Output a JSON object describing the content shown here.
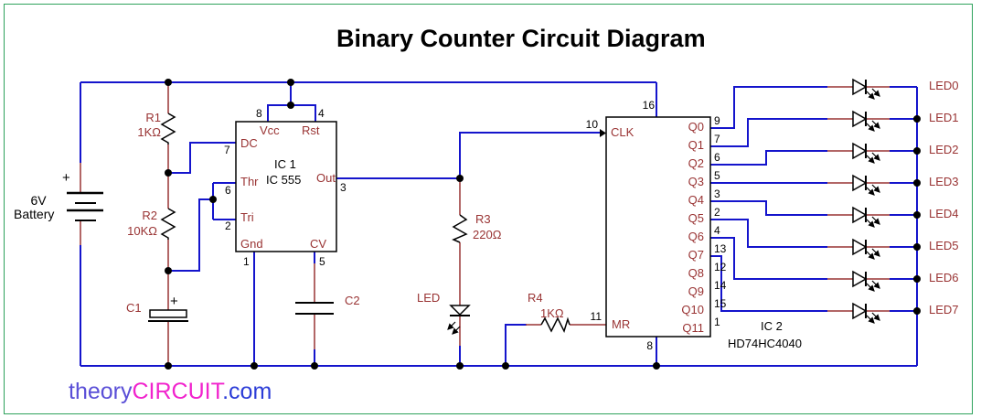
{
  "title": "Binary Counter Circuit Diagram",
  "battery": {
    "plus": "+",
    "voltage": "6V",
    "name": "Battery"
  },
  "resistors": {
    "r1": {
      "ref": "R1",
      "value": "1KΩ"
    },
    "r2": {
      "ref": "R2",
      "value": "10KΩ"
    },
    "r3": {
      "ref": "R3",
      "value": "220Ω"
    },
    "r4": {
      "ref": "R4",
      "value": "1KΩ"
    }
  },
  "capacitors": {
    "c1": {
      "ref": "C1",
      "plus": "+"
    },
    "c2": {
      "ref": "C2"
    }
  },
  "indicator_led": {
    "ref": "LED"
  },
  "ic1": {
    "name": "IC 1",
    "part": "IC 555",
    "pins": {
      "vcc": "Vcc",
      "rst": "Rst",
      "dc": "DC",
      "thr": "Thr",
      "tri": "Tri",
      "gnd": "Gnd",
      "cv": "CV",
      "out": "Out"
    },
    "pin_numbers": {
      "vcc": "8",
      "rst": "4",
      "dc": "7",
      "thr": "6",
      "tri": "2",
      "gnd": "1",
      "cv": "5",
      "out": "3"
    }
  },
  "ic2": {
    "name": "IC 2",
    "part": "HD74HC4040",
    "clk": {
      "label": "CLK",
      "pin": "10"
    },
    "mr": {
      "label": "MR",
      "pin": "11"
    },
    "power_pin": "16",
    "ground_pin": "8",
    "outputs": [
      {
        "label": "Q0",
        "pin": "9"
      },
      {
        "label": "Q1",
        "pin": "7"
      },
      {
        "label": "Q2",
        "pin": "6"
      },
      {
        "label": "Q3",
        "pin": "5"
      },
      {
        "label": "Q4",
        "pin": "3"
      },
      {
        "label": "Q5",
        "pin": "2"
      },
      {
        "label": "Q6",
        "pin": "4"
      },
      {
        "label": "Q7",
        "pin": "13"
      },
      {
        "label": "Q8",
        "pin": "12"
      },
      {
        "label": "Q9",
        "pin": "14"
      },
      {
        "label": "Q10",
        "pin": "15"
      },
      {
        "label": "Q11",
        "pin": "1"
      }
    ]
  },
  "output_leds": [
    "LED0",
    "LED1",
    "LED2",
    "LED3",
    "LED4",
    "LED5",
    "LED6",
    "LED7"
  ],
  "website": {
    "theory": "theory",
    "circuit": "CIRCUIT",
    "com": ".com"
  },
  "colors": {
    "wire_blue": "#1414cc",
    "lead_dark_red": "#993333",
    "label_dark_red": "#993333",
    "component_black": "#000000",
    "border_green": "#2ea25c",
    "site_theory": "#5a4fd7",
    "site_circuit": "#f123cd",
    "site_com": "#2b3cd7"
  }
}
